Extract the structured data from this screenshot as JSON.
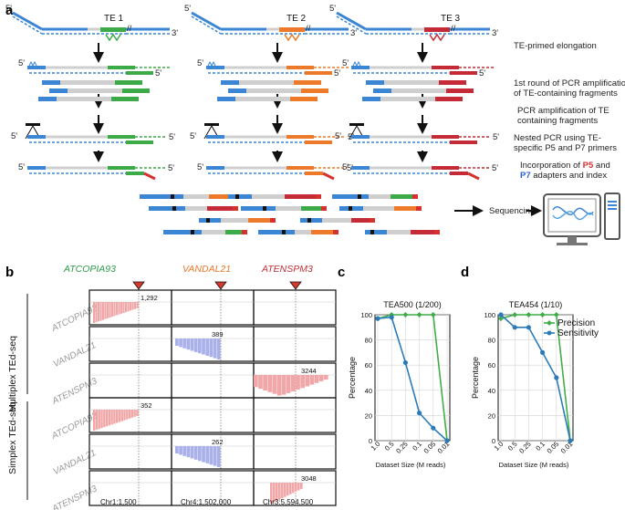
{
  "panels": {
    "a": "a",
    "b": "b",
    "c": "c",
    "d": "d"
  },
  "schematic": {
    "te_labels": [
      "TE 1",
      "TE 2",
      "TE 3"
    ],
    "steps": [
      "TE-primed elongation",
      "1st round of PCR amplification",
      "of TE-containing fragments",
      "PCR amplification of TE",
      "containing fragments",
      "Nested PCR using TE-",
      "specific P5 and P7 primers",
      "Incorporation of",
      "P5",
      "and",
      "P7",
      "adapters and index"
    ],
    "sequencing": "Sequencing",
    "prime5": "5'",
    "prime3": "3'",
    "colors": {
      "blue": "#3a86d4",
      "green": "#3daa48",
      "orange": "#ec7a2a",
      "red": "#c42b36",
      "grey": "#cfcfcf"
    }
  },
  "tracks": {
    "te_names": [
      "ATCOPIA93",
      "VANDAL21",
      "ATENSPM3"
    ],
    "te_colors": [
      "#2e9b4b",
      "#e8782a",
      "#c0303a"
    ],
    "groups": [
      "Multiplex TEd-seq",
      "Simplex TEd-seq"
    ],
    "row_labels": [
      "ATCOPIA93",
      "VANDAL21",
      "ATENSPM3",
      "ATCOPIA93",
      "VANDAL21",
      "ATENSPM3"
    ],
    "counts": [
      "1,292",
      "389",
      "3244",
      "352",
      "262",
      "3048"
    ],
    "loci": [
      "Chr1:1,500",
      "Chr4:1,502,000",
      "Chr3:5,594,500"
    ]
  },
  "chart_data": [
    {
      "type": "line",
      "title": "TEA500 (1/200)",
      "xlabel": "Dataset Size (M reads)",
      "ylabel": "Percentage",
      "x": [
        "1.0",
        "0.5",
        "0.25",
        "0.1",
        "0.05",
        "0.01"
      ],
      "ylim": [
        0,
        100
      ],
      "yticks": [
        "0",
        "20",
        "40",
        "60",
        "80",
        "100"
      ],
      "series": [
        {
          "name": "Precision",
          "color": "#3fae49",
          "values": [
            97,
            100,
            100,
            100,
            100,
            0
          ]
        },
        {
          "name": "Sensitivity",
          "color": "#2b7bb9",
          "values": [
            97,
            98,
            62,
            22,
            10,
            0
          ]
        }
      ]
    },
    {
      "type": "line",
      "title": "TEA454 (1/10)",
      "xlabel": "Dataset Size (M reads)",
      "ylabel": "Percentage",
      "x": [
        "1.0",
        "0.5",
        "0.25",
        "0.1",
        "0.05",
        "0.01"
      ],
      "ylim": [
        0,
        100
      ],
      "yticks": [
        "0",
        "20",
        "40",
        "60",
        "80",
        "100"
      ],
      "legend": "top-right",
      "series": [
        {
          "name": "Precision",
          "color": "#3fae49",
          "values": [
            97,
            100,
            100,
            100,
            100,
            0
          ]
        },
        {
          "name": "Sensitivity",
          "color": "#2b7bb9",
          "values": [
            100,
            90,
            90,
            70,
            50,
            0
          ]
        }
      ]
    }
  ]
}
